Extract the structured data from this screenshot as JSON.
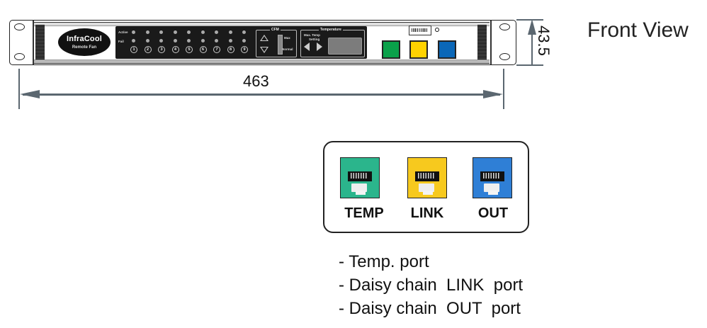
{
  "diagram": {
    "title": "Front View",
    "device": {
      "brand": "InfraCool",
      "subtitle": "Remote Fan",
      "led_rows": [
        "Active",
        "Fail"
      ],
      "channels": [
        "1",
        "2",
        "3",
        "4",
        "5",
        "6",
        "7",
        "8",
        "9"
      ],
      "cfm": {
        "title": "CFM",
        "max_label": "Max",
        "normal_label": "Normal"
      },
      "temperature": {
        "title": "Temperature",
        "setting_label_line1": "Max. Temp",
        "setting_label_line2": "Setting"
      },
      "buttons": [
        {
          "name": "green",
          "color": "#0aa14a"
        },
        {
          "name": "yellow",
          "color": "#ffd200"
        },
        {
          "name": "blue",
          "color": "#0a67b8"
        }
      ]
    },
    "dimensions": {
      "width": "463",
      "height": "43.5"
    },
    "ports": [
      {
        "label": "TEMP",
        "color": "#2bb58c"
      },
      {
        "label": "LINK",
        "color": "#f7c91e"
      },
      {
        "label": "OUT",
        "color": "#2f7fd6"
      }
    ],
    "descriptions": [
      "- Temp. port",
      "- Daisy chain  LINK  port",
      "- Daisy chain  OUT  port"
    ]
  }
}
